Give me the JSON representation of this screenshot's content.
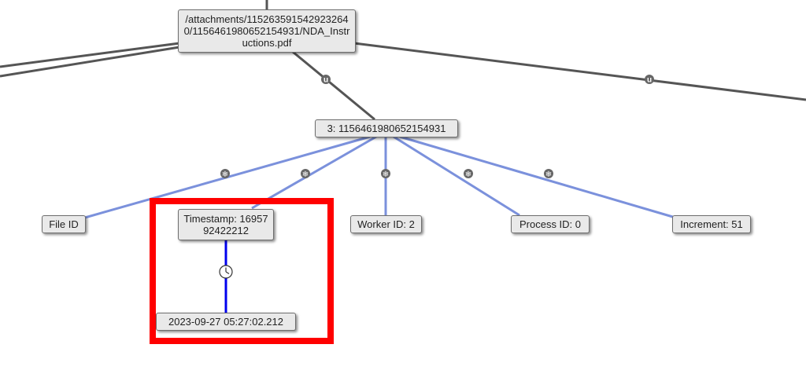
{
  "colors": {
    "edge_dark": "#555555",
    "edge_light": "#7b91dc",
    "edge_time": "#0000ee",
    "highlight": "#ff0000"
  },
  "nodes": {
    "root": "/attachments/1152635915429232640/1156461980652154931/NDA_Instructions.pdf",
    "snowflake": "3: 1156461980652154931",
    "file_id": "File ID",
    "timestamp": "Timestamp: 1695792422212",
    "worker_id": "Worker ID: 2",
    "process_id": "Process ID: 0",
    "increment": "Increment: 51",
    "datetime": "2023-09-27 05:27:02.212"
  },
  "edge_labels": {
    "url_part": "u",
    "snowflake_part": "❄",
    "time_conversion": "clock-icon"
  }
}
